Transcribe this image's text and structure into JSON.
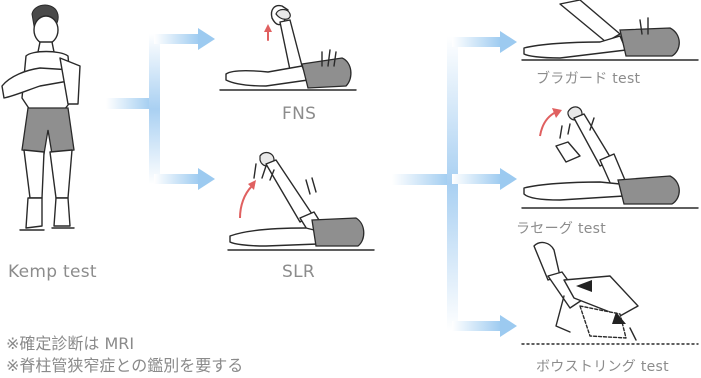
{
  "labels": {
    "kemp": "Kemp test",
    "fns": "FNS",
    "slr": "SLR",
    "bragard": "ブラガード test",
    "lasegue": "ラセーグ test",
    "bowstring": "ボウストリング test"
  },
  "notes": {
    "line1": "※確定診断は MRI",
    "line2": "※脊柱管狭窄症との鑑別を要する"
  },
  "colors": {
    "arrow": "#a9d0f2",
    "highlight_arrow": "#e06060",
    "text": "#8c8c8c"
  }
}
